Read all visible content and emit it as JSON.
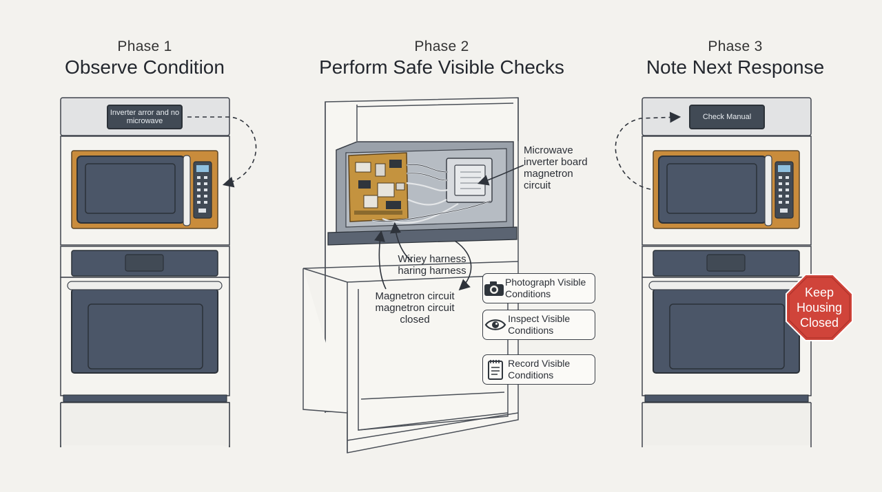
{
  "phases": [
    {
      "number": "Phase 1",
      "title": "Observe Condition"
    },
    {
      "number": "Phase 2",
      "title": "Perform Safe Visible Checks"
    },
    {
      "number": "Phase 3",
      "title": "Note Next Response"
    }
  ],
  "phase1": {
    "display_text": "Inverter arror and no microwave"
  },
  "phase2": {
    "label_inverter": "Microwave inverter board magnetron circuit",
    "label_harness": "Wiriey harness haring harness",
    "label_magnetron": "Magnetron circuit magnetron circuit closed",
    "actions": [
      {
        "icon": "camera-icon",
        "label": "Photograph Visible Conditions"
      },
      {
        "icon": "eye-icon",
        "label": "Inspect Visible Conditions"
      },
      {
        "icon": "notepad-icon",
        "label": "Record Visible Conditions"
      }
    ]
  },
  "phase3": {
    "display_text": "Check Manual",
    "stop_sign": "Keep Housing Closed"
  },
  "colors": {
    "background": "#f3f2ee",
    "appliance_panel": "#4b5668",
    "microwave_trim": "#c98c3c",
    "stop_red": "#d0443a"
  }
}
